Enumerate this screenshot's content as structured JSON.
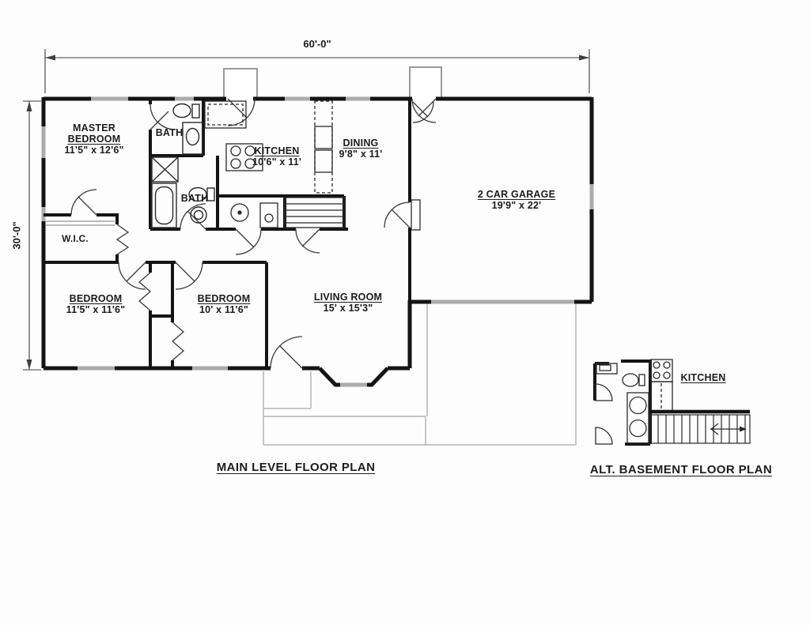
{
  "plan": {
    "dimensions": {
      "overall_width": "60'-0\"",
      "overall_depth": "30'-0\""
    },
    "titles": {
      "main": "MAIN LEVEL FLOOR PLAN",
      "alt": "ALT. BASEMENT FLOOR PLAN"
    },
    "rooms": {
      "master": {
        "name_line1": "MASTER",
        "name_line2": "BEDROOM",
        "size": "11'5\" x 12'6\""
      },
      "bath_upper": {
        "name": "BATH"
      },
      "bath_lower": {
        "name": "BATH"
      },
      "wic": {
        "name": "W.I.C."
      },
      "kitchen": {
        "name": "KITCHEN",
        "size": "10'6\" x 11'"
      },
      "dining": {
        "name": "DINING",
        "size": "9'8\" x 11'"
      },
      "garage": {
        "name": "2 CAR GARAGE",
        "size": "19'9\" x 22'"
      },
      "bedroom_left": {
        "name": "BEDROOM",
        "size": "11'5\" x 11'6\""
      },
      "bedroom_mid": {
        "name": "BEDROOM",
        "size": "10' x 11'6\""
      },
      "living": {
        "name": "LIVING ROOM",
        "size": "15' x 15'3\""
      },
      "basement_kitchen": {
        "name": "KITCHEN"
      }
    },
    "colors": {
      "ink": "#141414",
      "window_gray": "#ababab",
      "site_gray": "#b3b3b3"
    }
  }
}
